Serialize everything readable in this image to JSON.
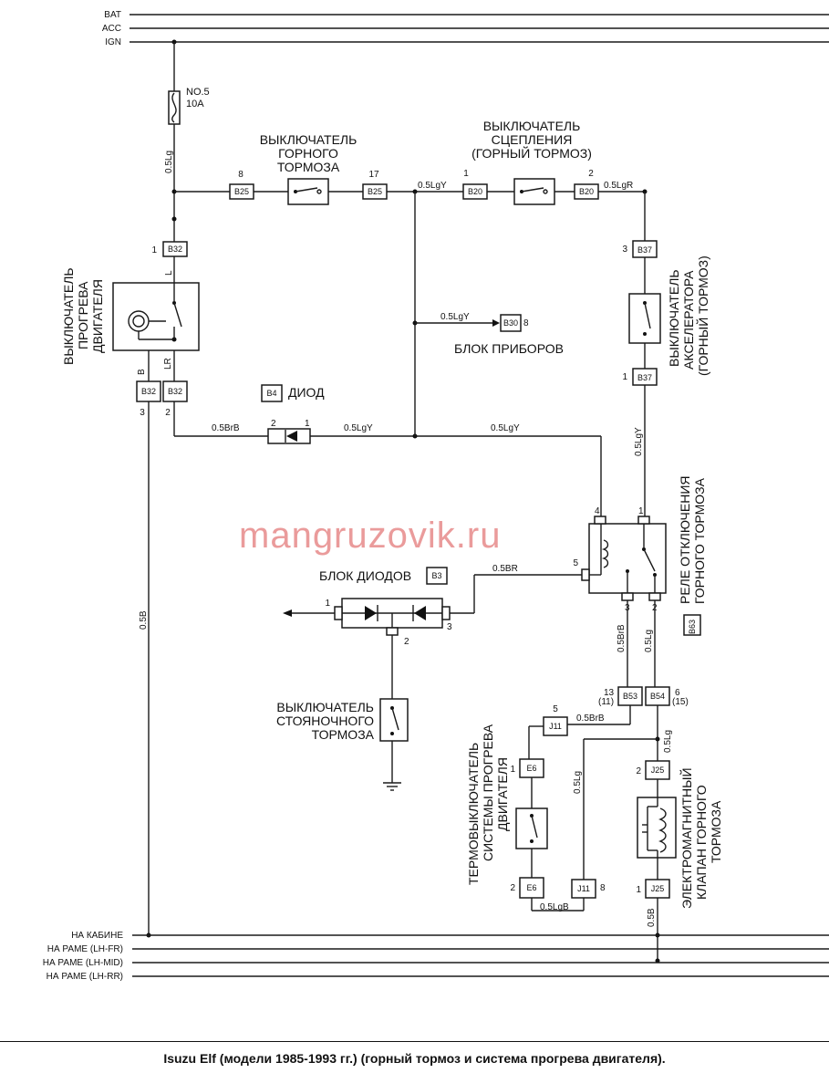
{
  "buses": {
    "top": [
      "BAT",
      "ACC",
      "IGN"
    ],
    "bottom": [
      "НА КАБИНЕ",
      "НА РАМЕ (LH-FR)",
      "НА РАМЕ (LH-MID)",
      "НА РАМЕ (LH-RR)"
    ]
  },
  "fuse": {
    "no": "NO.5",
    "rating": "10A"
  },
  "wires": {
    "lg05": "0.5Lg",
    "lgY05": "0.5LgY",
    "lgR05": "0.5LgR",
    "brB05": "0.5BrB",
    "b05": "0.5B",
    "br05": "0.5BR",
    "lgB05": "0.5LgB",
    "l": "L",
    "b": "B",
    "lr": "LR"
  },
  "labels": {
    "mountain_brake_switch": [
      "ВЫКЛЮЧАТЕЛЬ",
      "ГОРНОГО",
      "ТОРМОЗА"
    ],
    "clutch_switch": [
      "ВЫКЛЮЧАТЕЛЬ",
      "СЦЕПЛЕНИЯ",
      "(ГОРНЫЙ ТОРМОЗ)"
    ],
    "warmup_switch": [
      "ВЫКЛЮЧАТЕЛЬ",
      "ПРОГРЕВА",
      "ДВИГАТЕЛЯ"
    ],
    "accelerator_switch": [
      "ВЫКЛЮЧАТЕЛЬ",
      "АКСЕЛЕРАТОРА",
      "(ГОРНЫЙ ТОРМОЗ)"
    ],
    "instrument_cluster": "БЛОК ПРИБОРОВ",
    "diode": "ДИОД",
    "diode_block": "БЛОК ДИОДОВ",
    "relay": [
      "РЕЛЕ ОТКЛЮЧЕНИЯ",
      "ГОРНОГО ТОРМОЗА"
    ],
    "parking_brake_switch": [
      "ВЫКЛЮЧАТЕЛЬ",
      "СТОЯНОЧНОГО",
      "ТОРМОЗА"
    ],
    "thermo_switch": [
      "ТЕРМОВЫКЛЮЧАТЕЛЬ",
      "СИСТЕМЫ ПРОГРЕВА",
      "ДВИГАТЕЛЯ"
    ],
    "solenoid_valve": [
      "ЭЛЕКТРОМАГНИТНЫЙ",
      "КЛАПАН ГОРНОГО",
      "ТОРМОЗА"
    ]
  },
  "connectors": {
    "B25": "B25",
    "B20": "B20",
    "B32": "B32",
    "B37": "B37",
    "B30": "B30",
    "B4": "B4",
    "B3": "B3",
    "B63": "B63",
    "B53": "B53",
    "B54": "B54",
    "J11": "J11",
    "E6": "E6",
    "J25": "J25"
  },
  "pins": {
    "p1": "1",
    "p2": "2",
    "p3": "3",
    "p4": "4",
    "p5": "5",
    "p6": "6",
    "p8": "8",
    "p13": "13",
    "p17": "17",
    "p11": "(11)",
    "p15": "(15)"
  },
  "watermark": "mangruzovik.ru",
  "caption": "Isuzu Elf (модели 1985-1993 гг.) (горный тормоз и система прогрева двигателя)."
}
